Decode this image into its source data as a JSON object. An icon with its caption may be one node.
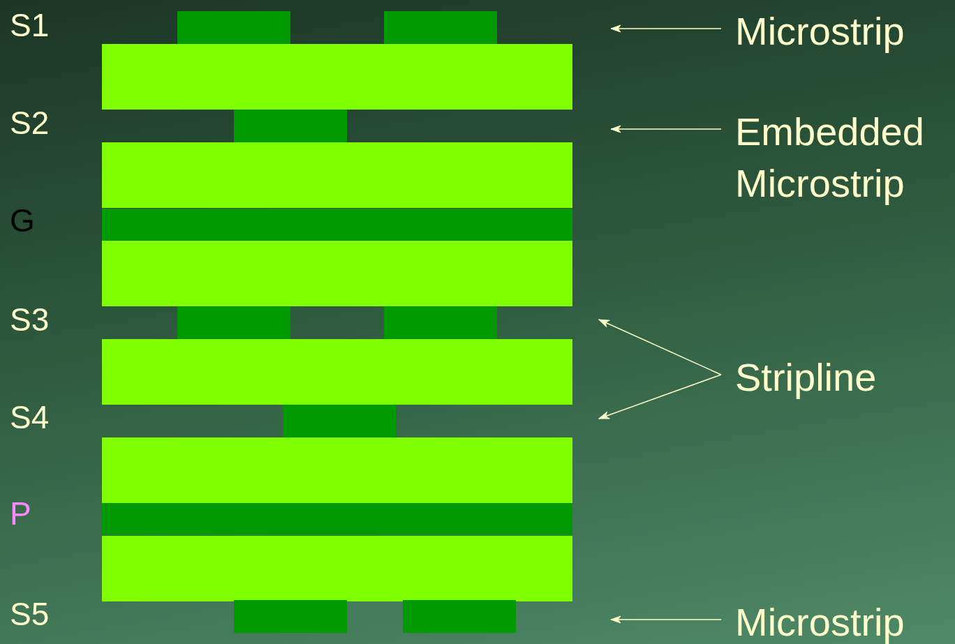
{
  "diagram": {
    "nodes": [
      {
        "text": [
          "Microstrip"
        ]
      },
      {
        "text": [
          "Embedded Microstrip"
        ]
      },
      {
        "text": [
          "Stripline"
        ]
      },
      {
        "text": [
          "Microstrip"
        ]
      }
    ],
    "edges": [
      {
        "from": 0,
        "to": null,
        "arrow": "to"
      },
      {
        "from": 1,
        "to": null,
        "arrow": "to"
      },
      {
        "from": 2,
        "to": null,
        "arrow": "to"
      },
      {
        "from": 2,
        "to": null,
        "arrow": "to"
      },
      {
        "from": 3,
        "to": null,
        "arrow": "to"
      }
    ],
    "labels": [
      "S1",
      "S2",
      "G",
      "S3",
      "S4",
      "P",
      "S5"
    ]
  }
}
